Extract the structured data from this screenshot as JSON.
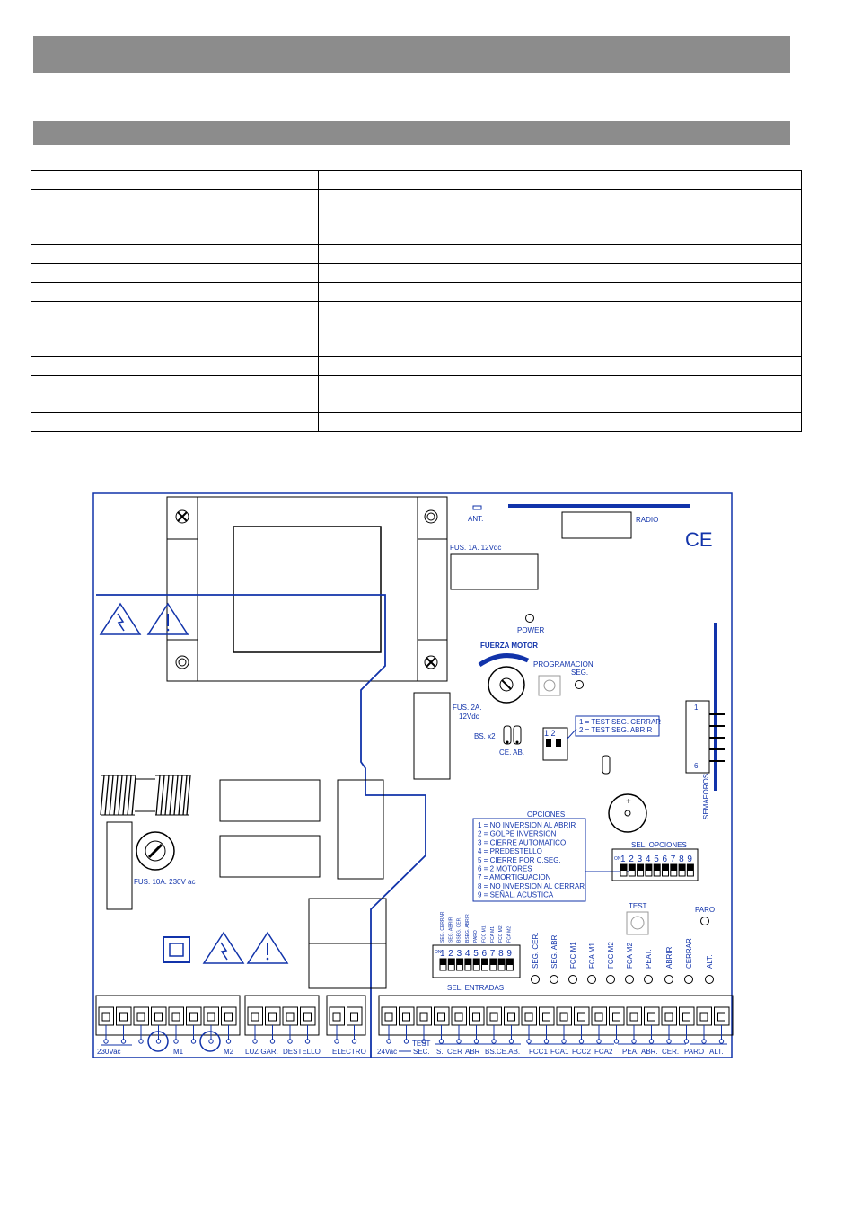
{
  "board": {
    "labels": {
      "ant": "ANT.",
      "radio": "RADIO",
      "ce": "CE",
      "fus1": "FUS. 1A. 12Vdc",
      "power": "POWER",
      "fuerza_motor": "FUERZA MOTOR",
      "programacion": "PROGRAMACION",
      "seg": "SEG.",
      "fus2a": "FUS. 2A.",
      "fus2b": "12Vdc",
      "bs": "BS. x2",
      "ceab": "CE. AB.",
      "test_seg_1": "1 = TEST SEG. CERRAR",
      "test_seg_2": "2 = TEST SEG. ABRIR",
      "semaforos": "SEMAFOROS",
      "sem_1": "1",
      "sem_6": "6",
      "fus10": "FUS. 10A. 230V ac",
      "opciones_title": "OPCIONES",
      "sel_opciones": "SEL. OPCIONES",
      "test": "TEST",
      "paro": "PARO",
      "sel_entradas": "SEL. ENTRADAS",
      "on": "ON",
      "dip12": "1 2"
    },
    "opciones": [
      "1 = NO INVERSION AL ABRIR",
      "2 = GOLPE INVERSION",
      "3 = CIERRE AUTOMATICO",
      "4 = PREDESTELLO",
      "5 = CIERRE POR C.SEG.",
      "6 = 2 MOTORES",
      "7 = AMORTIGUACION",
      "8 = NO INVERSION AL CERRAR",
      "9 = SEÑAL. ACUSTICA"
    ],
    "dip_numbers": [
      "1",
      "2",
      "3",
      "4",
      "5",
      "6",
      "7",
      "8",
      "9"
    ],
    "entradas_small": [
      "SEG. CERRAR",
      "SEG. ABRIR",
      "BSEG. CER.",
      "BSEG. ABRIR",
      "PARO",
      "FCC M1",
      "FCA M1",
      "FCC M2",
      "FCA M2"
    ],
    "leds": [
      "SEG. CER.",
      "SEG. ABR.",
      "FCC M1",
      "FCA M1",
      "FCC M2",
      "FCA M2",
      "PEAT.",
      "ABRIR",
      "CERRAR",
      "ALT."
    ],
    "terminals": {
      "v230": "230Vac",
      "m1": "M1",
      "m2": "M2",
      "luz": "LUZ GAR.",
      "destello": "DESTELLO",
      "electro": "ELECTRO",
      "v24": "24Vac",
      "test": "TEST",
      "sec": "SEC.",
      "s": "S.",
      "cer": "CER",
      "abr": "ABR",
      "bsceab": "BS.CE.AB.",
      "fcc1": "FCC1",
      "fca1": "FCA1",
      "fcc2": "FCC2",
      "fca2": "FCA2",
      "pea": "PEA.",
      "abr2": "ABR.",
      "cer2": "CER.",
      "paro": "PARO",
      "alt": "ALT."
    }
  }
}
